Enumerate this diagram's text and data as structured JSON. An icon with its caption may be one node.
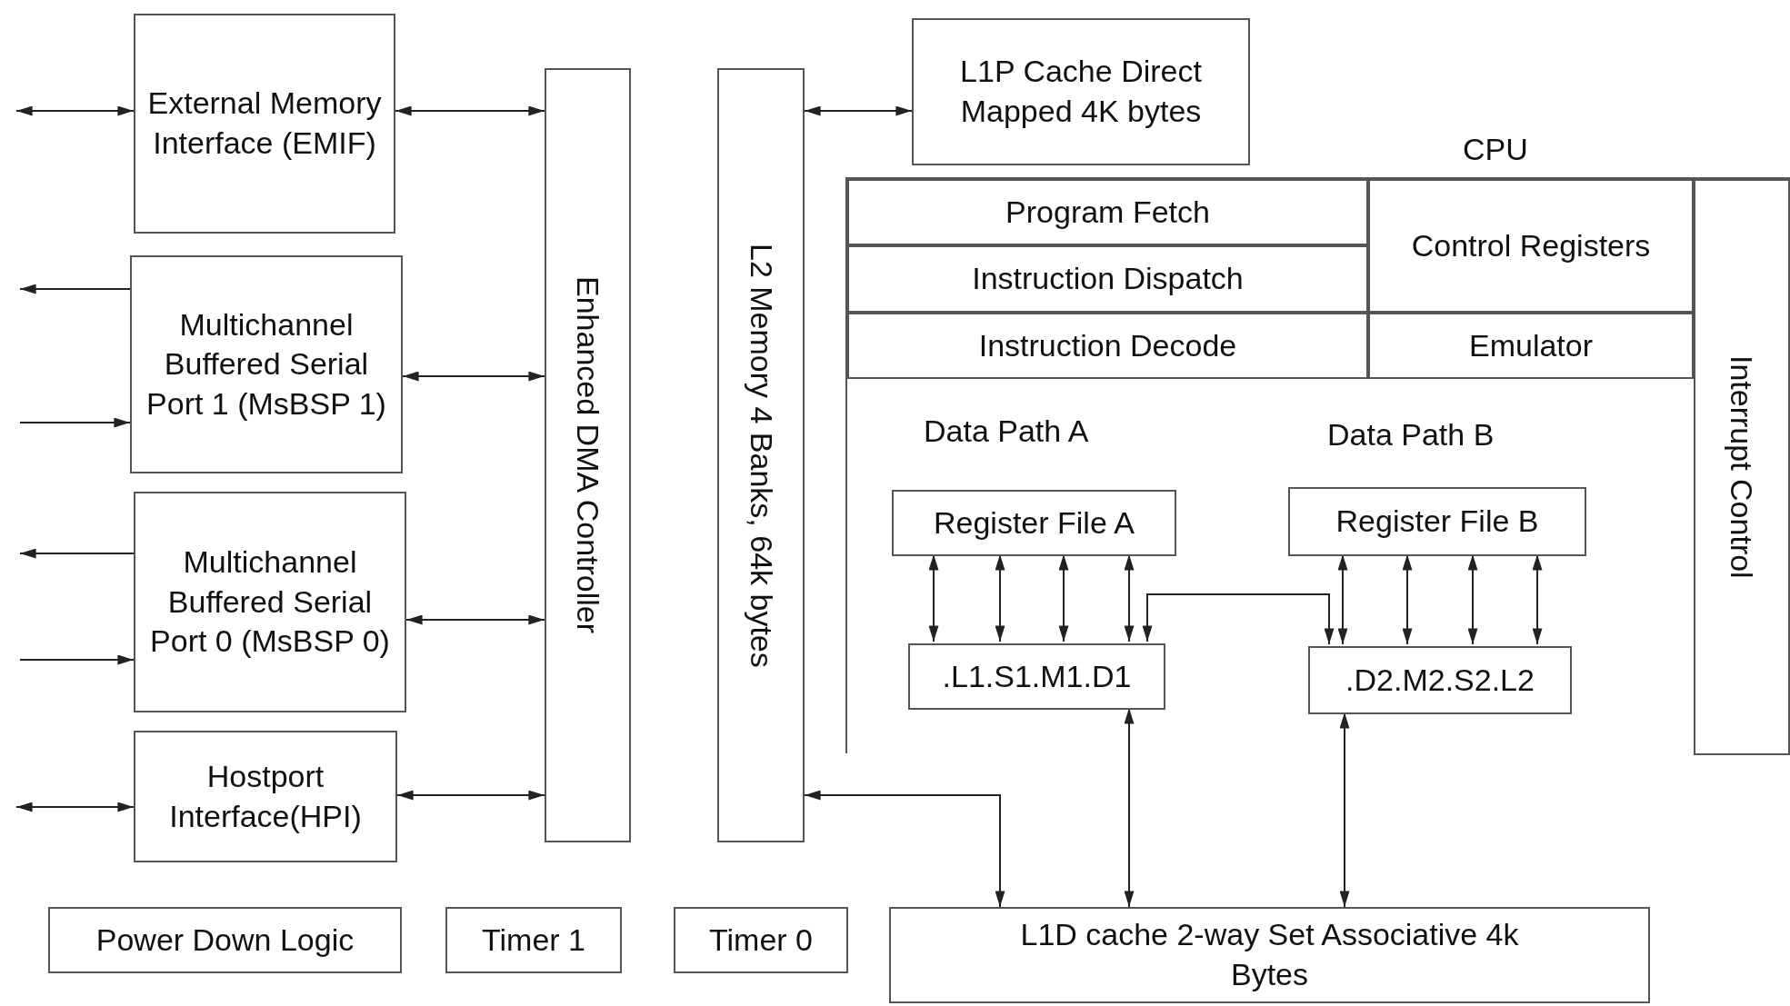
{
  "diagram": {
    "nodes": [
      {
        "text": [
          "External Memory Interface (EMIF)"
        ]
      },
      {
        "text": [
          "Multichannel Buffered Serial Port 1 (MsBSP 1)"
        ]
      },
      {
        "text": [
          "Multichannel Buffered Serial Port 0 (MsBSP 0)"
        ]
      },
      {
        "text": [
          "Hostport Interface(HPI)"
        ]
      },
      {
        "text": [
          "Enhanced DMA Controller"
        ]
      },
      {
        "text": [
          "L2 Memory 4 Banks, 64k bytes"
        ]
      },
      {
        "text": [
          "L1P Cache Direct Mapped 4K bytes"
        ]
      },
      {
        "text": [
          "CPU"
        ]
      },
      {
        "text": [
          "Program Fetch"
        ],
        "in": 7
      },
      {
        "text": [
          "Instruction Dispatch"
        ],
        "in": 7
      },
      {
        "text": [
          "Instruction Decode"
        ],
        "in": 7
      },
      {
        "text": [
          "Control Registers"
        ],
        "in": 7
      },
      {
        "text": [
          "Emulator"
        ],
        "in": 7
      },
      {
        "text": [
          "Interrupt Control"
        ],
        "in": 7
      },
      {
        "text": [
          "Register File A"
        ],
        "in": 7
      },
      {
        "text": [
          ".L1.S1.M1.D1"
        ],
        "in": 7
      },
      {
        "text": [
          "Register File B"
        ],
        "in": 7
      },
      {
        "text": [
          ".D2.M2.S2.L2"
        ],
        "in": 7
      },
      {
        "text": [
          "Power Down Logic"
        ]
      },
      {
        "text": [
          "Timer 1"
        ]
      },
      {
        "text": [
          "Timer 0"
        ]
      },
      {
        "text": [
          "L1D cache 2-way Set Associative 4k Bytes"
        ]
      }
    ],
    "edges": [
      {
        "from": null,
        "to": 0,
        "arrow": "both"
      },
      {
        "from": 0,
        "to": 4,
        "arrow": "both"
      },
      {
        "from": 1,
        "to": null,
        "arrow": "to"
      },
      {
        "from": null,
        "to": 1,
        "arrow": "to"
      },
      {
        "from": 1,
        "to": 4,
        "arrow": "both"
      },
      {
        "from": 2,
        "to": null,
        "arrow": "to"
      },
      {
        "from": null,
        "to": 2,
        "arrow": "to"
      },
      {
        "from": 2,
        "to": 4,
        "arrow": "both"
      },
      {
        "from": null,
        "to": 3,
        "arrow": "both"
      },
      {
        "from": 3,
        "to": 4,
        "arrow": "both"
      },
      {
        "from": 5,
        "to": 6,
        "arrow": "both"
      },
      {
        "from": 5,
        "to": 21,
        "arrow": "both"
      },
      {
        "from": 14,
        "to": 15,
        "arrow": "both"
      },
      {
        "from": 14,
        "to": 15,
        "arrow": "both"
      },
      {
        "from": 14,
        "to": 15,
        "arrow": "both"
      },
      {
        "from": 14,
        "to": 15,
        "arrow": "both"
      },
      {
        "from": 16,
        "to": 17,
        "arrow": "both"
      },
      {
        "from": 16,
        "to": 17,
        "arrow": "both"
      },
      {
        "from": 16,
        "to": 17,
        "arrow": "both"
      },
      {
        "from": 16,
        "to": 17,
        "arrow": "both"
      },
      {
        "from": 15,
        "to": 17,
        "arrow": "both"
      },
      {
        "from": 15,
        "to": 21,
        "arrow": "both"
      },
      {
        "from": 17,
        "to": 21,
        "arrow": "both"
      }
    ],
    "labels": [
      "Data Path A",
      "Data Path B"
    ]
  }
}
